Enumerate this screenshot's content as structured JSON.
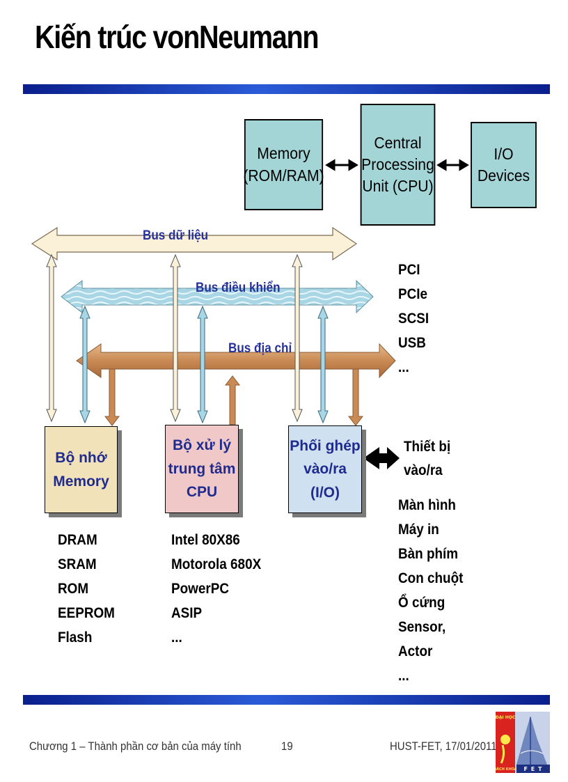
{
  "title": "Kiến trúc vonNeumann",
  "top_diagram": {
    "memory": "Memory\n(ROM/RAM)",
    "cpu": "Central\nProcessing\nUnit (CPU)",
    "io": "I/O\nDevices"
  },
  "buses": {
    "data": "Bus dữ liệu",
    "control": "Bus điều khiển",
    "address": "Bus địa chỉ"
  },
  "bus_standards": [
    "PCI",
    "PCIe",
    "SCSI",
    "USB",
    "..."
  ],
  "components": {
    "memory": "Bộ nhớ\nMemory",
    "cpu": "Bộ xử lý\ntrung tâm\nCPU",
    "io": "Phối ghép\nvào/ra\n(I/O)"
  },
  "io_device_label": "Thiết bị\nvào/ra",
  "memory_types": [
    "DRAM",
    "SRAM",
    "ROM",
    "EEPROM",
    "Flash"
  ],
  "cpu_types": [
    "Intel 80X86",
    "Motorola 680X",
    "PowerPC",
    "ASIP",
    "..."
  ],
  "io_devices": [
    "Màn hình",
    "Máy in",
    "Bàn phím",
    "Con chuột",
    "Ổ cứng",
    "Sensor,",
    "Actor",
    "..."
  ],
  "footer": {
    "left": "Chương 1 – Thành phần cơ bản của máy tính",
    "page": "19",
    "right": "HUST-FET, 17/01/2011"
  },
  "logo": {
    "top_text": "ĐẠI HỌC",
    "bottom_text": "BÁCH KHOA",
    "fet": "F E T"
  },
  "colors": {
    "band": "#1a3fc2",
    "top_boxes": "#a3d5d7",
    "data_bus": "#fbf1d9",
    "control_bus": "#9fd0e0",
    "address_bus": "#d19868",
    "memory_box": "#f1e2b9",
    "cpu_box": "#f1c8c8",
    "io_box": "#cfe0f0"
  }
}
